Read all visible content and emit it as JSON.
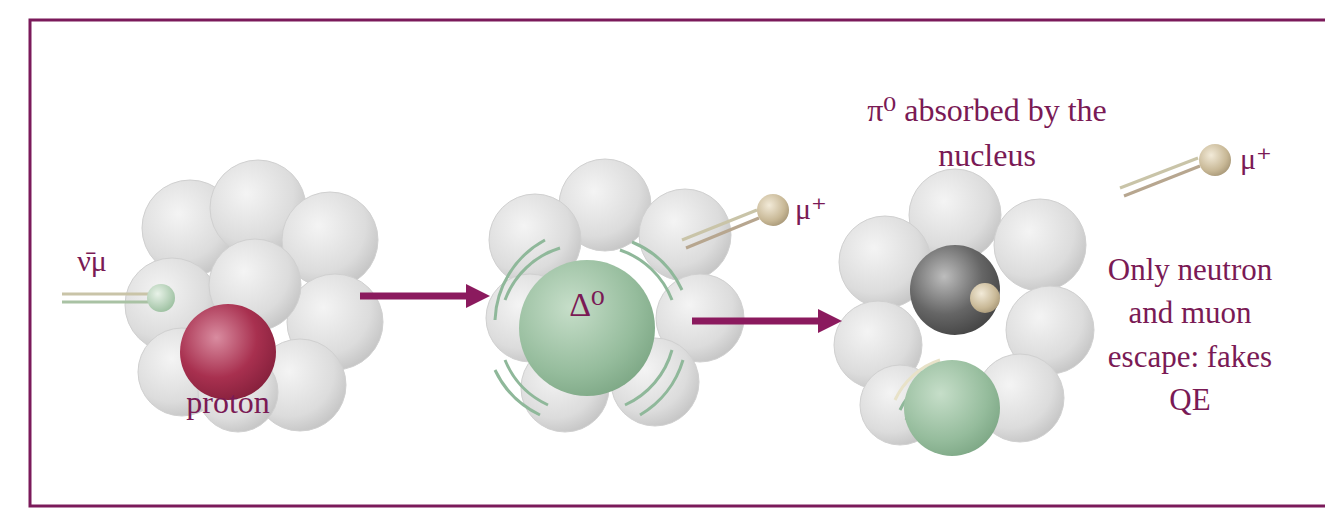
{
  "diagram": {
    "nodes": [
      {
        "text": [
          "proton"
        ]
      },
      {
        "text": [
          "Δ⁰"
        ]
      },
      {
        "text": [
          "π⁰ absorbed by the nucleus"
        ]
      }
    ],
    "edges": [
      {
        "from": 0,
        "to": 1,
        "arrow": "to"
      },
      {
        "from": 1,
        "to": 2,
        "arrow": "to"
      }
    ],
    "labels": [
      "ν̄μ",
      "μ⁺",
      "μ⁺",
      "Only neutron and muon escape: fakes QE"
    ]
  }
}
